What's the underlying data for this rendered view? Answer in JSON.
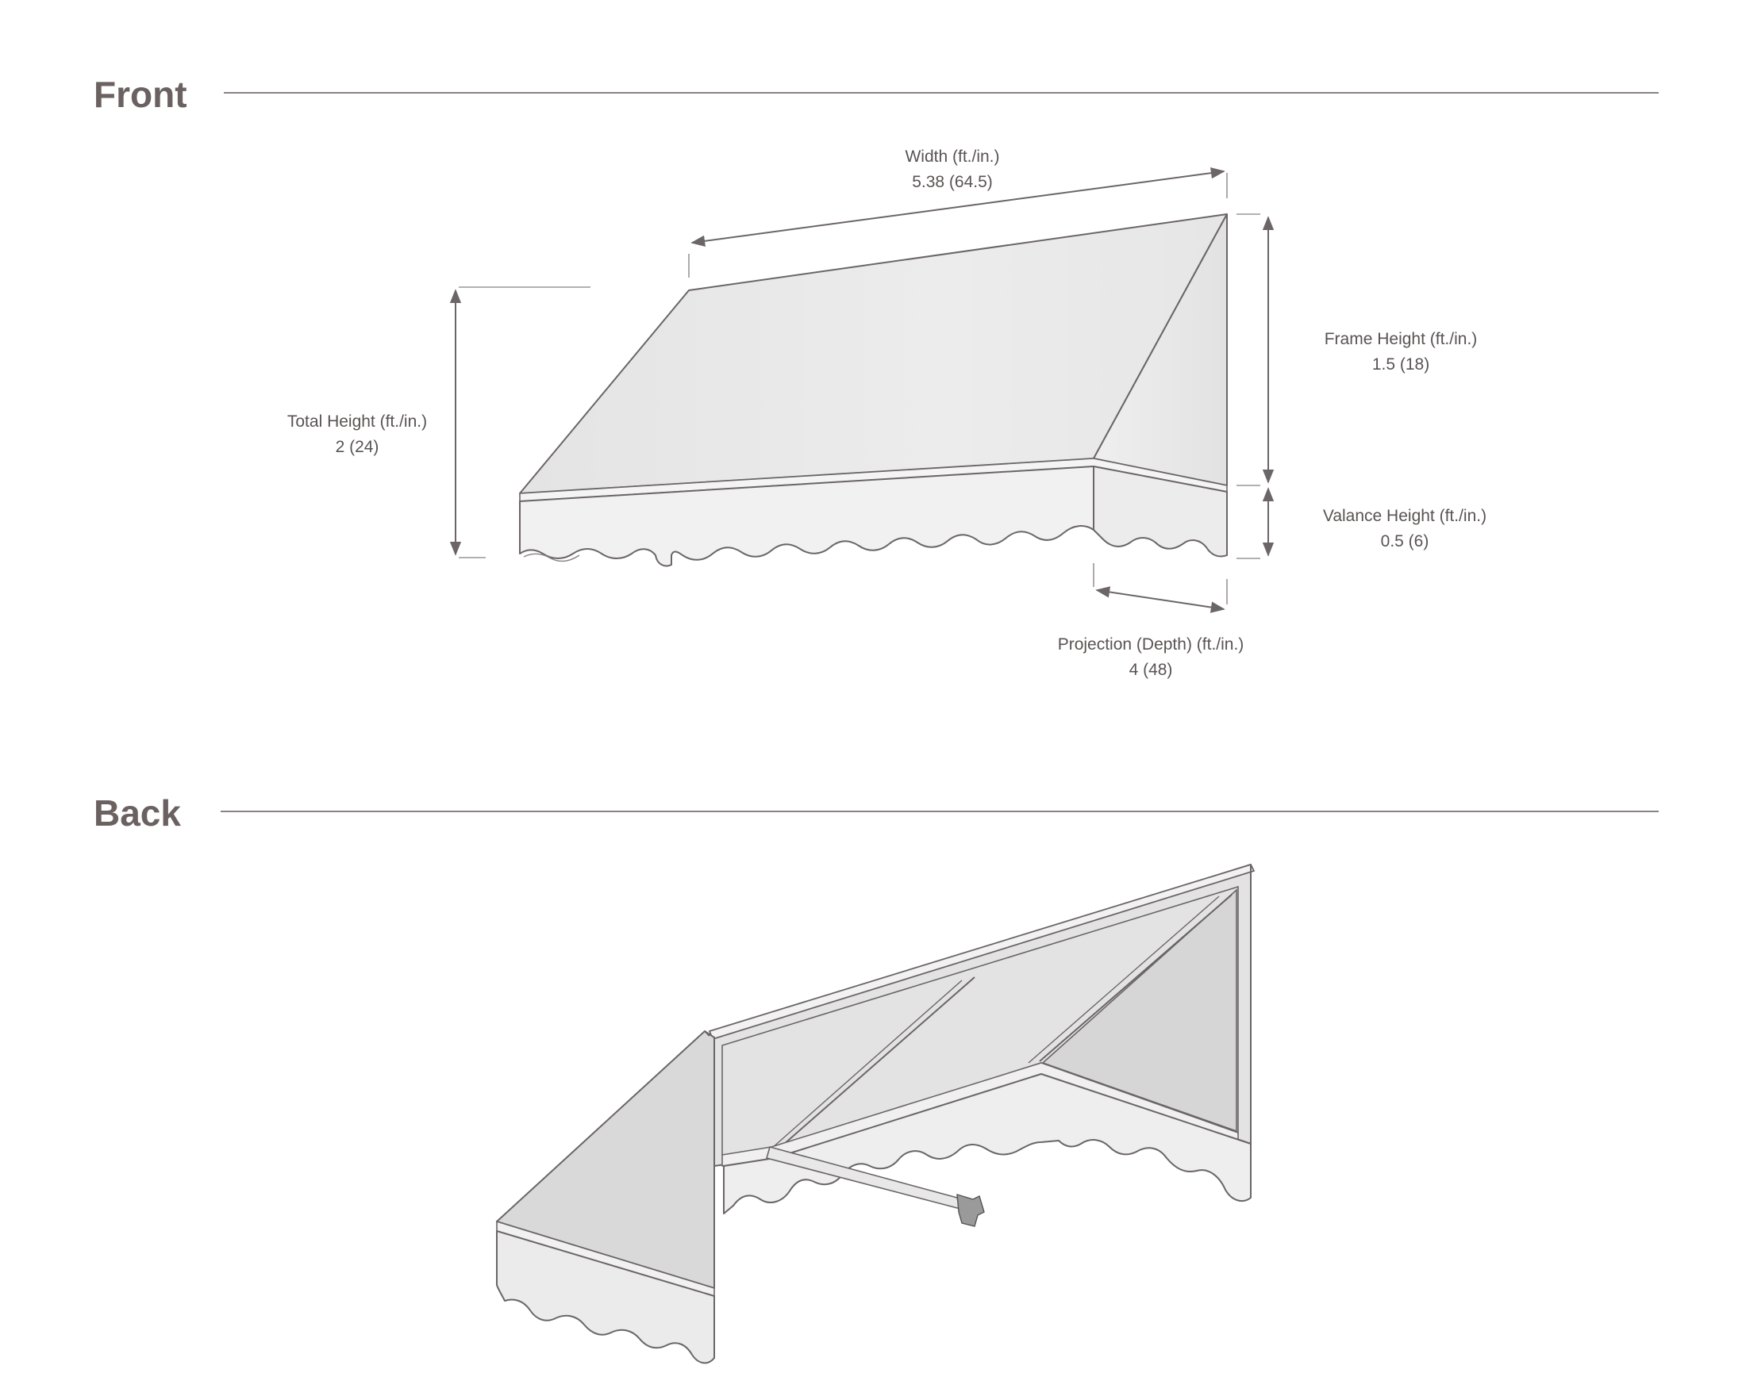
{
  "sections": {
    "front": {
      "title": "Front"
    },
    "back": {
      "title": "Back"
    }
  },
  "dimensions": {
    "width": {
      "label": "Width (ft./in.)",
      "value": "5.38 (64.5)"
    },
    "frame_height": {
      "label": "Frame Height (ft./in.)",
      "value": "1.5 (18)"
    },
    "total_height": {
      "label": "Total Height (ft./in.)",
      "value": "2 (24)"
    },
    "valance_height": {
      "label": "Valance Height (ft./in.)",
      "value": "0.5 (6)"
    },
    "projection": {
      "label": "Projection (Depth) (ft./in.)",
      "value": "4 (48)"
    }
  },
  "colors": {
    "line": "#6b6566",
    "fabric_top": "#e9e9e9",
    "fabric_side": "#eeeeee",
    "fabric_valance": "#f1f1f1",
    "title": "#6b6161"
  }
}
